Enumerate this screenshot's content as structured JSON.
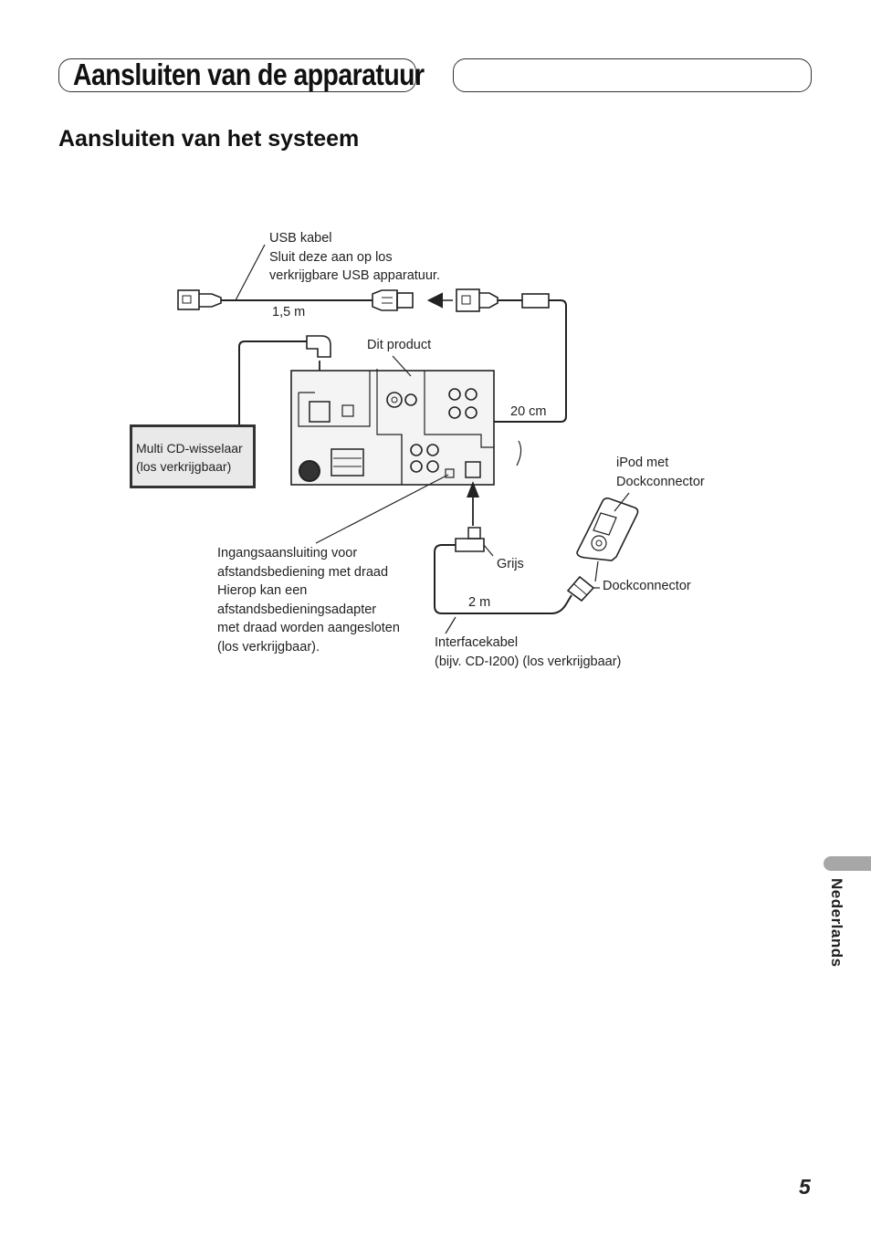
{
  "header": {
    "section_title": "Aansluiten van de apparatuur",
    "subsection_title": "Aansluiten van het systeem"
  },
  "diagram": {
    "usb_cable": [
      "USB kabel",
      "Sluit deze aan op los",
      "verkrijgbare USB apparatuur."
    ],
    "len_1_5m": "1,5 m",
    "dit_product": "Dit product",
    "len_20cm": "20 cm",
    "multi_cd": [
      "Multi CD-wisselaar",
      "(los verkrijgbaar)"
    ],
    "ipod": [
      "iPod met",
      "Dockconnector"
    ],
    "remote_input": [
      "Ingangsaansluiting voor",
      "afstandsbediening met draad",
      "Hierop kan een",
      "afstandsbedieningsadapter",
      "met draad worden aangesloten",
      "(los verkrijgbaar)."
    ],
    "grijs": "Grijs",
    "dockconnector": "Dockconnector",
    "len_2m": "2 m",
    "interface_cable": [
      "Interfacekabel",
      "(bijv. CD-I200) (los verkrijgbaar)"
    ]
  },
  "sidebar": {
    "language": "Nederlands"
  },
  "footer": {
    "page_number": "5"
  }
}
